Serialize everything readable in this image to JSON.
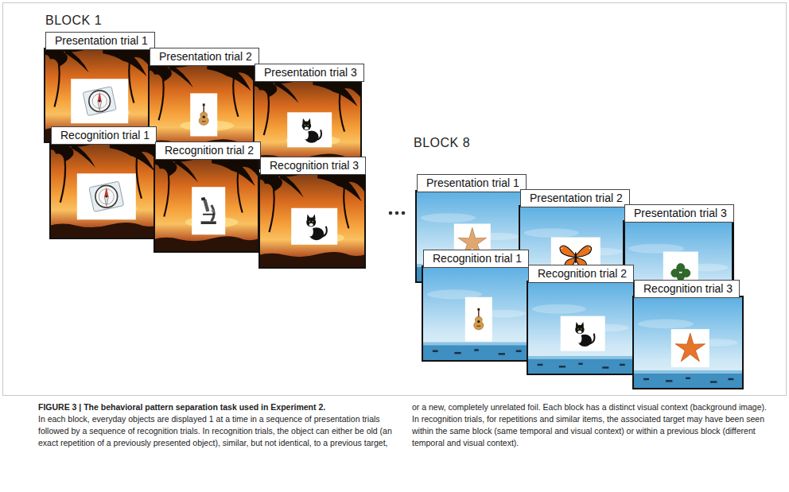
{
  "diagram": {
    "title": "FIGURE 3 | The behavioral pattern separation task used in Experiment 2.",
    "caption": "In each block, everyday objects are displayed 1 at a time in a sequence of presentation trials followed by a sequence of recognition trials. In recognition trials, the object can either be old (an exact repetition of a previously presented object), similar, but not identical, to a previous target, or a new, completely unrelated foil. Each block has a distinct visual context (background image). In recognition trials, for repetitions and similar items, the associated target may have been seen within the same block (same temporal and visual context) or within a previous block (different temporal and visual context).",
    "nodes": [
      {
        "text": [
          "Presentation trial 1"
        ]
      },
      {
        "text": [
          "Presentation trial 2"
        ]
      },
      {
        "text": [
          "Presentation trial 3"
        ]
      },
      {
        "text": [
          "Recognition trial 1"
        ]
      },
      {
        "text": [
          "Recognition trial 2"
        ]
      },
      {
        "text": [
          "Recognition trial 3"
        ]
      },
      {
        "text": [
          "Presentation trial 1"
        ]
      },
      {
        "text": [
          "Presentation trial 2"
        ]
      },
      {
        "text": [
          "Presentation trial 3"
        ]
      },
      {
        "text": [
          "Recognition trial 1"
        ]
      },
      {
        "text": [
          "Recognition trial 2"
        ]
      },
      {
        "text": [
          "Recognition trial 3"
        ]
      }
    ],
    "labels": [
      "BLOCK 1",
      "BLOCK 8"
    ]
  }
}
